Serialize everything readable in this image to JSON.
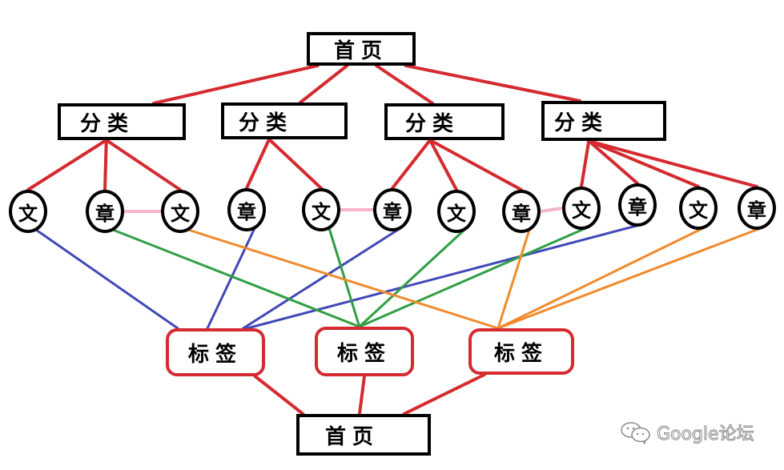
{
  "diagram": {
    "top_home": {
      "label": "首页"
    },
    "categories": [
      {
        "label": "分类"
      },
      {
        "label": "分类"
      },
      {
        "label": "分类"
      },
      {
        "label": "分类"
      }
    ],
    "articles": [
      {
        "label": "文",
        "category": 0
      },
      {
        "label": "章",
        "category": 0
      },
      {
        "label": "文",
        "category": 0
      },
      {
        "label": "章",
        "category": 1
      },
      {
        "label": "文",
        "category": 1
      },
      {
        "label": "章",
        "category": 2
      },
      {
        "label": "文",
        "category": 2
      },
      {
        "label": "章",
        "category": 2
      },
      {
        "label": "文",
        "category": 3
      },
      {
        "label": "章",
        "category": 3
      },
      {
        "label": "文",
        "category": 3
      },
      {
        "label": "章",
        "category": 3
      }
    ],
    "tags": [
      {
        "label": "标签"
      },
      {
        "label": "标签"
      },
      {
        "label": "标签"
      }
    ],
    "bottom_home": {
      "label": "首页"
    },
    "article_links": [
      [
        1,
        2
      ],
      [
        4,
        5
      ],
      [
        7,
        8
      ]
    ],
    "tag_links": [
      {
        "article": 0,
        "tag": 0,
        "color": "blue"
      },
      {
        "article": 3,
        "tag": 0,
        "color": "blue"
      },
      {
        "article": 5,
        "tag": 0,
        "color": "blue"
      },
      {
        "article": 9,
        "tag": 0,
        "color": "blue"
      },
      {
        "article": 1,
        "tag": 1,
        "color": "green"
      },
      {
        "article": 4,
        "tag": 1,
        "color": "green"
      },
      {
        "article": 6,
        "tag": 1,
        "color": "green"
      },
      {
        "article": 8,
        "tag": 1,
        "color": "green"
      },
      {
        "article": 2,
        "tag": 2,
        "color": "orange"
      },
      {
        "article": 7,
        "tag": 2,
        "color": "orange"
      },
      {
        "article": 10,
        "tag": 2,
        "color": "orange"
      },
      {
        "article": 11,
        "tag": 2,
        "color": "orange"
      }
    ],
    "colors": {
      "red": "#d42a30",
      "blue": "#4148b8",
      "green": "#2f9e44",
      "orange": "#f08a2c",
      "pink": "#f4b6c8"
    }
  },
  "watermark": {
    "text": "Google论坛",
    "icon": "wechat-icon"
  }
}
